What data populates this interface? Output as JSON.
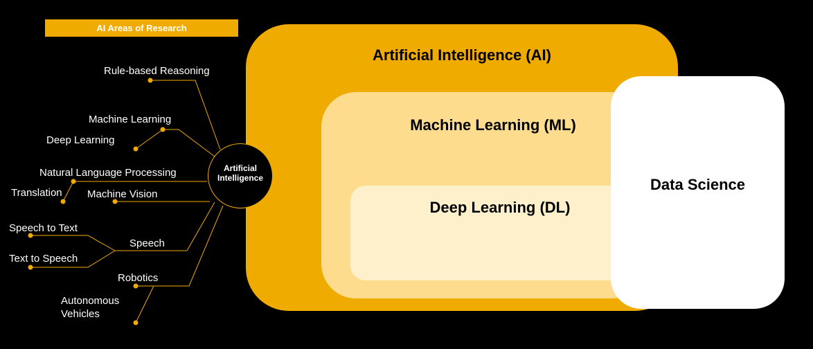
{
  "banner": {
    "title": "AI Areas of Research"
  },
  "hub": {
    "label_line1": "Artificial",
    "label_line2": "Intelligence"
  },
  "research_areas": {
    "rule_based_reasoning": "Rule-based Reasoning",
    "machine_learning": "Machine Learning",
    "deep_learning": "Deep Learning",
    "nlp": "Natural Language Processing",
    "translation": "Translation",
    "machine_vision": "Machine Vision",
    "speech_to_text": "Speech to Text",
    "speech": "Speech",
    "text_to_speech": "Text to Speech",
    "robotics": "Robotics",
    "autonomous_vehicles": "Autonomous Vehicles"
  },
  "venn": {
    "ai": "Artificial Intelligence (AI)",
    "ml": "Machine Learning (ML)",
    "dl": "Deep Learning (DL)",
    "ds": "Data Science"
  },
  "colors": {
    "accent": "#f0ab00",
    "ai_fill": "#f0ab00",
    "ml_fill": "#fedc8d",
    "dl_fill": "#fff0cc",
    "ds_fill": "#ffffff",
    "background": "#000000"
  }
}
